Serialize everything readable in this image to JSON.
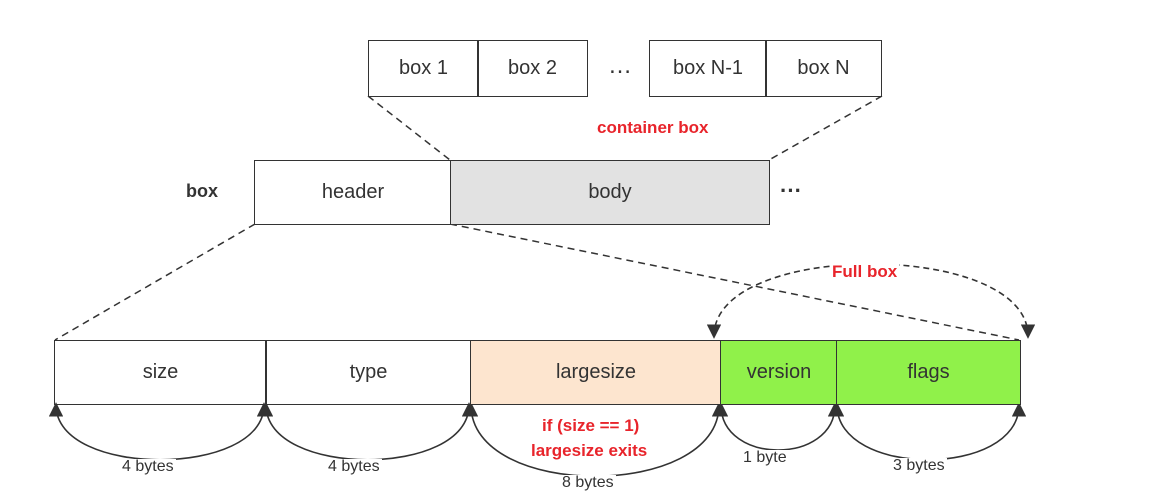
{
  "container_boxes": [
    "box 1",
    "box 2",
    "box N-1",
    "box N"
  ],
  "container_ellipsis": "…",
  "container_label": "container box",
  "box_label": "box",
  "box_parts": {
    "header": "header",
    "body": "body"
  },
  "box_ellipsis": "···",
  "full_box_label": "Full box",
  "header_fields": [
    "size",
    "type",
    "largesize",
    "version",
    "flags"
  ],
  "largesize_note": [
    "if (size == 1)",
    "largesize exits"
  ],
  "byte_labels": [
    "4 bytes",
    "4 bytes",
    "8 bytes",
    "1 byte",
    "3 bytes"
  ],
  "colors": {
    "largesize_fill": "#fde5cf",
    "fullbox_fill": "#90f14a",
    "body_fill": "#e2e2e2",
    "note_red": "#e8242b",
    "stroke": "#333333"
  }
}
